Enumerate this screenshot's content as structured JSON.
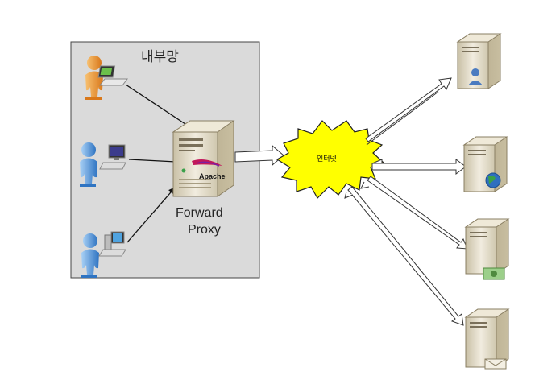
{
  "diagram": {
    "intranet_label": "내부망",
    "proxy_label_line1": "Forward",
    "proxy_label_line2": "Proxy",
    "proxy_badge": "Apache",
    "internet_label": "인터넷"
  },
  "colors": {
    "intranet_bg": "#dadada",
    "internet_burst": "#ffff00",
    "server_body": "#e6dfcc",
    "user_orange": "#f19a2b",
    "user_blue": "#3c8ad6"
  },
  "icons": {
    "clients": [
      "user-laptop-icon",
      "user-desktop-icon",
      "user-workstation-icon"
    ],
    "proxy": "proxy-server-icon",
    "internet": "internet-burst-icon",
    "servers": [
      "user-server-icon",
      "web-server-icon",
      "finance-server-icon",
      "mail-server-icon"
    ]
  }
}
